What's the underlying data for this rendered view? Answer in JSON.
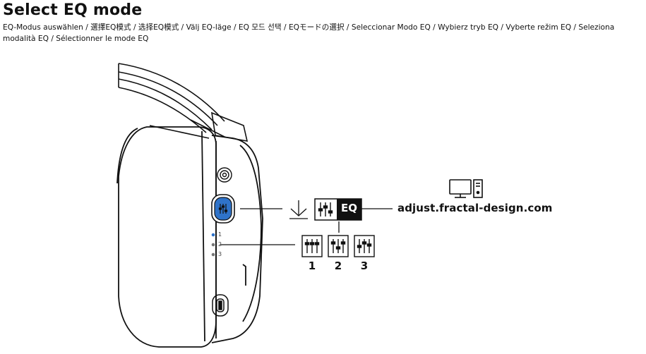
{
  "header": {
    "title": "Select EQ mode",
    "translations": "EQ-Modus auswählen / 選擇EQ模式 / 选择EQ模式 / Välj EQ-läge / EQ 모드 선택 / EQモードの選択 / Seleccionar Modo EQ / Wybierz tryb EQ / Vyberte režim EQ / Seleziona modalità EQ / Sélectionner le mode EQ"
  },
  "diagram": {
    "eq_badge_label": "EQ",
    "url": "adjust.fractal-design.com",
    "led_labels": [
      "1",
      "2",
      "3"
    ],
    "eq_mode_numbers": [
      "1",
      "2",
      "3"
    ],
    "icons": [
      "headphone-ear-cup",
      "eq-button-icon",
      "down-arrow-icon",
      "eq-sliders-icon",
      "computer-icon",
      "usb-c-port-icon",
      "microphone-jack-icon"
    ],
    "colors": {
      "button_blue": "#2f73c9",
      "led_blue": "#2f73c9",
      "line": "#111111"
    }
  }
}
